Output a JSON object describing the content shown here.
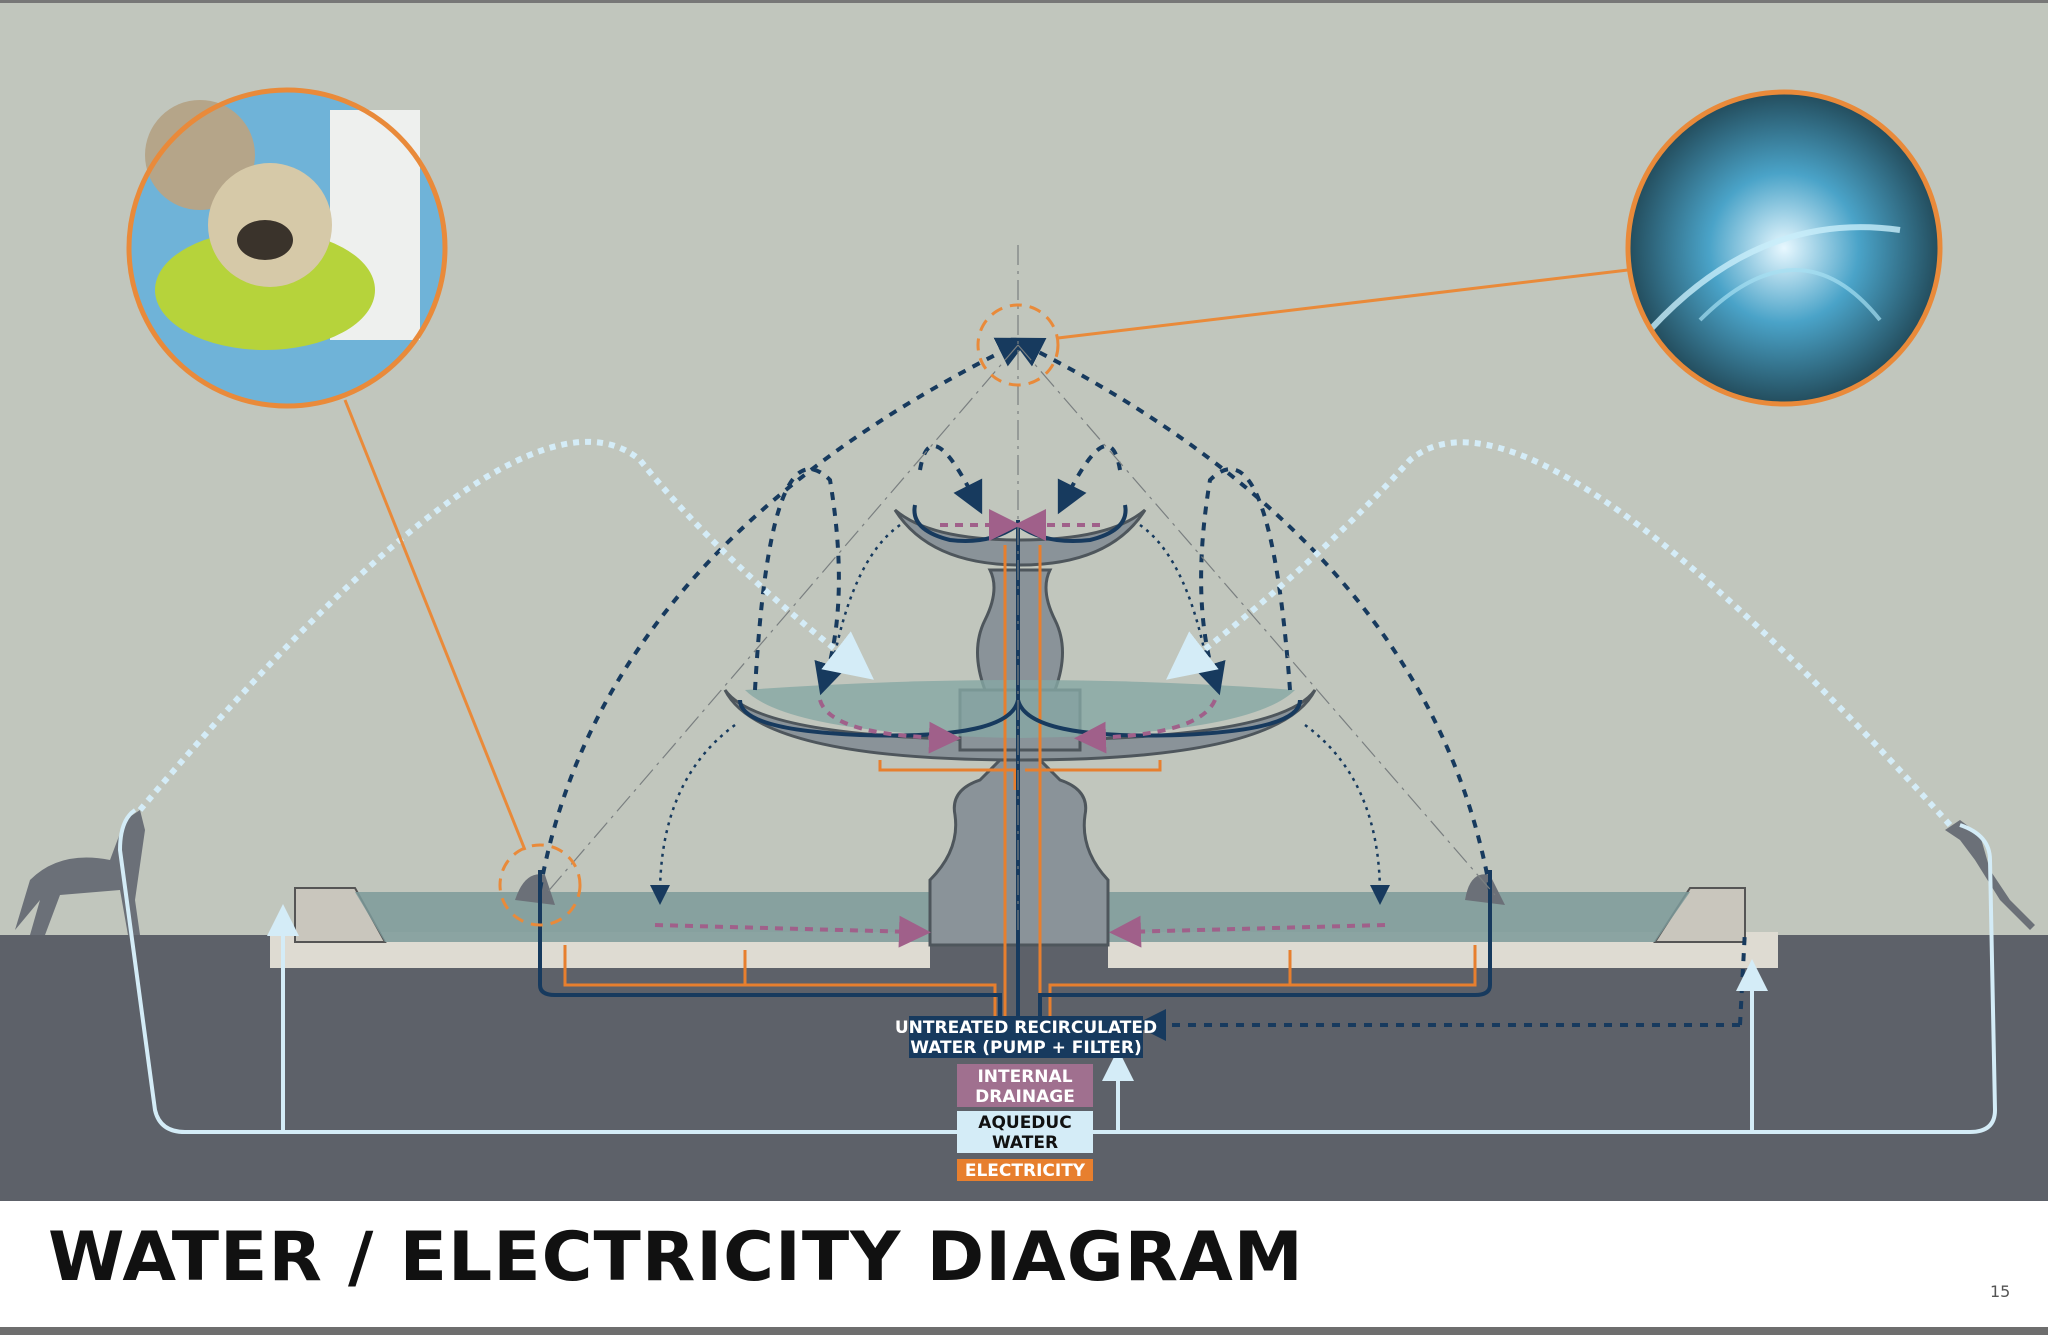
{
  "title": "WATER / ELECTRICITY DIAGRAM",
  "page_number": "15",
  "legend": {
    "untreated_line1": "UNTREATED RECIRCULATED",
    "untreated_line2": "WATER (PUMP + FILTER)",
    "drainage_line1": "INTERNAL",
    "drainage_line2": "DRAINAGE",
    "aqueduc_line1": "AQUEDUC",
    "aqueduc_line2": "WATER",
    "electricity": "ELECTRICITY"
  },
  "colors": {
    "sky": "#c1c6bd",
    "ground": "#5d6169",
    "recirculated": "#173a5e",
    "drainage": "#a0708f",
    "aqueduc": "#d4ecf7",
    "electricity": "#e77f2e",
    "callout": "#e98a3a"
  }
}
